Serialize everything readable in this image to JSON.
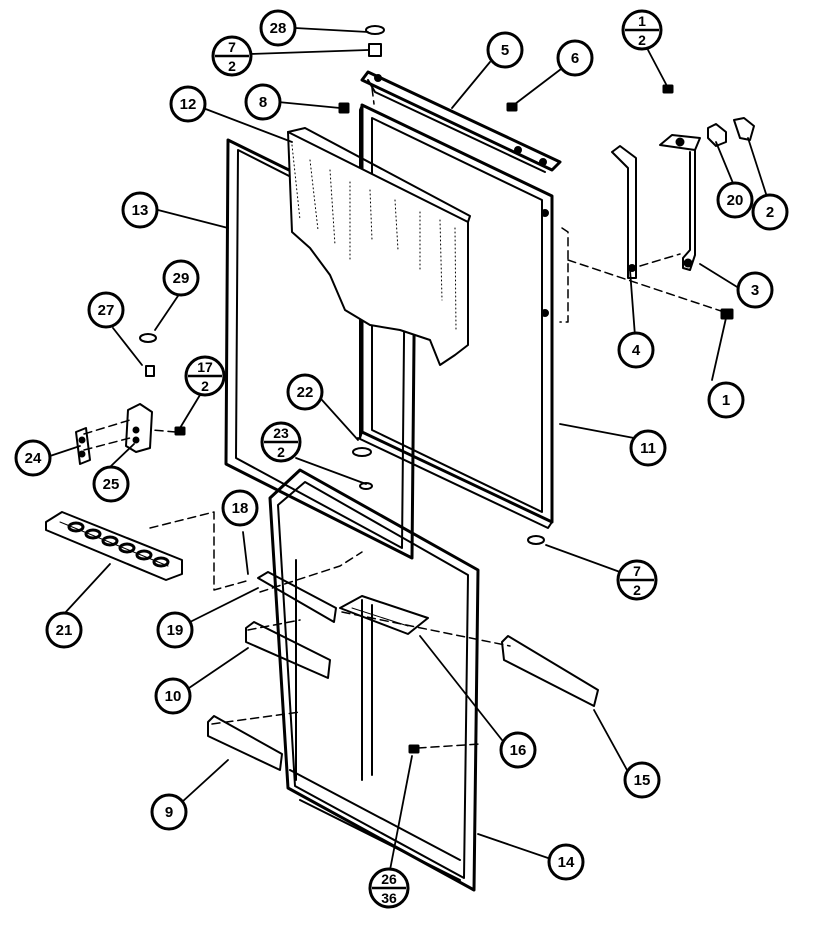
{
  "diagram": {
    "callouts": [
      {
        "id": "c28",
        "label": "28"
      },
      {
        "id": "c7a",
        "num": "7",
        "den": "2"
      },
      {
        "id": "c5",
        "label": "5"
      },
      {
        "id": "c6",
        "label": "6"
      },
      {
        "id": "c1a",
        "num": "1",
        "den": "2"
      },
      {
        "id": "c8",
        "label": "8"
      },
      {
        "id": "c12",
        "label": "12"
      },
      {
        "id": "c13",
        "label": "13"
      },
      {
        "id": "c20",
        "label": "20"
      },
      {
        "id": "c2",
        "label": "2"
      },
      {
        "id": "c3",
        "label": "3"
      },
      {
        "id": "c29",
        "label": "29"
      },
      {
        "id": "c27",
        "label": "27"
      },
      {
        "id": "c17",
        "num": "17",
        "den": "2"
      },
      {
        "id": "c4",
        "label": "4"
      },
      {
        "id": "c1",
        "label": "1"
      },
      {
        "id": "c22",
        "label": "22"
      },
      {
        "id": "c23",
        "num": "23",
        "den": "2"
      },
      {
        "id": "c11",
        "label": "11"
      },
      {
        "id": "c24",
        "label": "24"
      },
      {
        "id": "c25",
        "label": "25"
      },
      {
        "id": "c18",
        "label": "18"
      },
      {
        "id": "c7b",
        "num": "7",
        "den": "2"
      },
      {
        "id": "c21",
        "label": "21"
      },
      {
        "id": "c19",
        "label": "19"
      },
      {
        "id": "c10",
        "label": "10"
      },
      {
        "id": "c16",
        "label": "16"
      },
      {
        "id": "c15",
        "label": "15"
      },
      {
        "id": "c9",
        "label": "9"
      },
      {
        "id": "c14",
        "label": "14"
      },
      {
        "id": "c26",
        "num": "26",
        "den": "36"
      }
    ]
  }
}
